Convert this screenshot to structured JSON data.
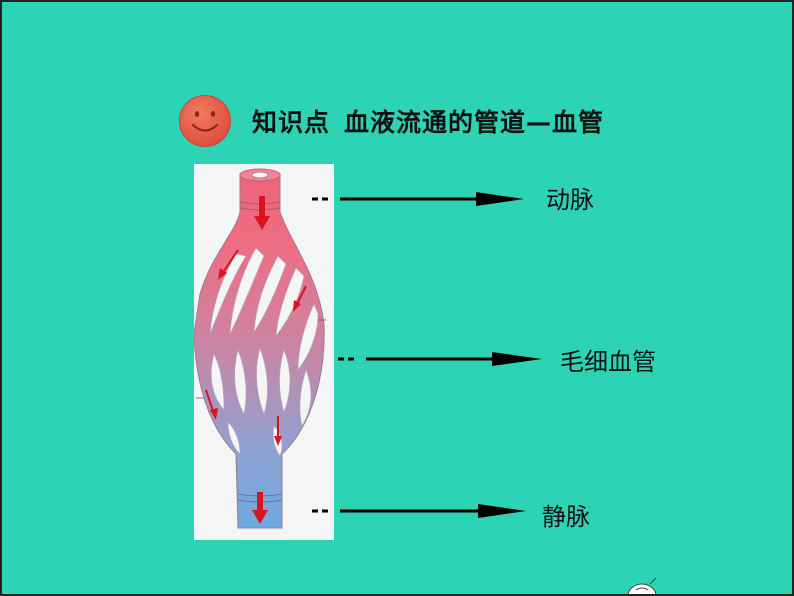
{
  "colors": {
    "background": "#2cd4b5",
    "artery": "#f0637a",
    "vein": "#6fa9e0",
    "arrow": "#d8141e",
    "smiley": "#e65c4a"
  },
  "title": {
    "icon": "smiley-icon",
    "topic": "知识点",
    "text": "血液流通的管道—血管"
  },
  "labels": {
    "artery": "动脉",
    "capillary": "毛细血管",
    "vein": "静脉"
  }
}
